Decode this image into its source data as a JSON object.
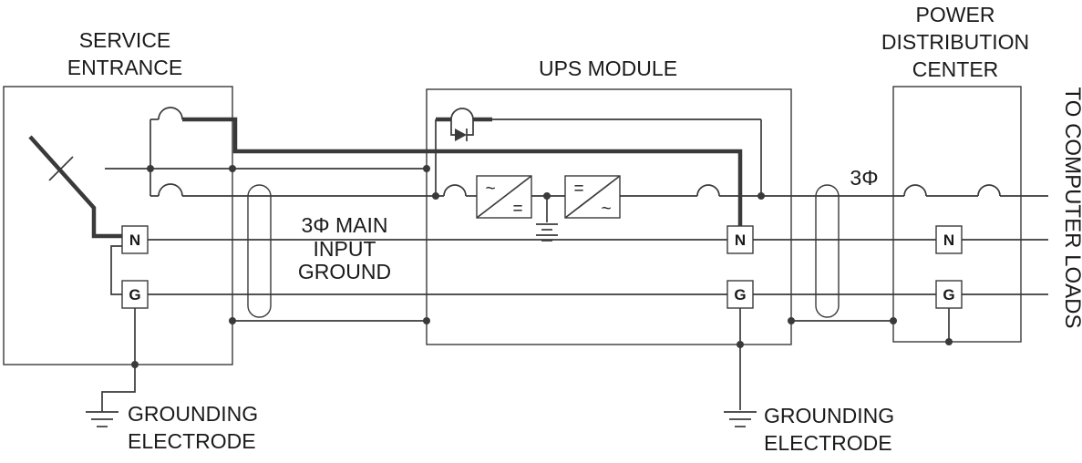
{
  "titles": {
    "service_entrance": [
      "SERVICE",
      "ENTRANCE"
    ],
    "ups_module": "UPS MODULE",
    "power_distribution_center": [
      "POWER",
      "DISTRIBUTION",
      "CENTER"
    ],
    "to_computer_loads": "TO COMPUTER LOADS"
  },
  "labels": {
    "main_input": [
      "3Φ MAIN",
      "INPUT",
      "GROUND"
    ],
    "three_phase": "3Φ",
    "grounding_electrode_service": [
      "GROUNDING",
      "ELECTRODE"
    ],
    "grounding_electrode_ups": [
      "GROUNDING",
      "ELECTRODE"
    ]
  },
  "terminals": {
    "neutral": "N",
    "ground": "G"
  },
  "converter_symbols": {
    "ac": "~",
    "dc": "="
  },
  "colors": {
    "line": "#3a3a3a",
    "text": "#1a1a1a",
    "background": "#ffffff"
  }
}
